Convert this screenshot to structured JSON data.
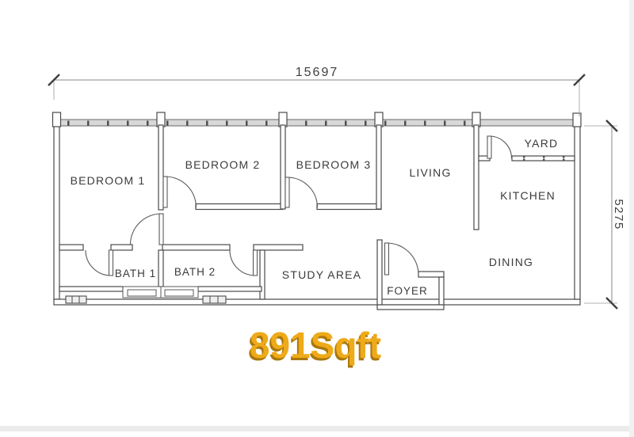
{
  "plan": {
    "area_label": "891Sqft",
    "dimensions": {
      "width": "15697",
      "depth": "5275"
    },
    "rooms": [
      {
        "name": "BEDROOM 1"
      },
      {
        "name": "BEDROOM 2"
      },
      {
        "name": "BEDROOM 3"
      },
      {
        "name": "LIVING"
      },
      {
        "name": "YARD"
      },
      {
        "name": "KITCHEN"
      },
      {
        "name": "DINING"
      },
      {
        "name": "BATH 1"
      },
      {
        "name": "BATH 2"
      },
      {
        "name": "STUDY AREA"
      },
      {
        "name": "FOYER"
      }
    ],
    "colors": {
      "wall": "#4a4a4a",
      "window_band": "#d8d8d8",
      "label_text": "#3b3b3b",
      "area_text": "#eeaa18",
      "area_text_shadow": "#a9770d"
    }
  }
}
